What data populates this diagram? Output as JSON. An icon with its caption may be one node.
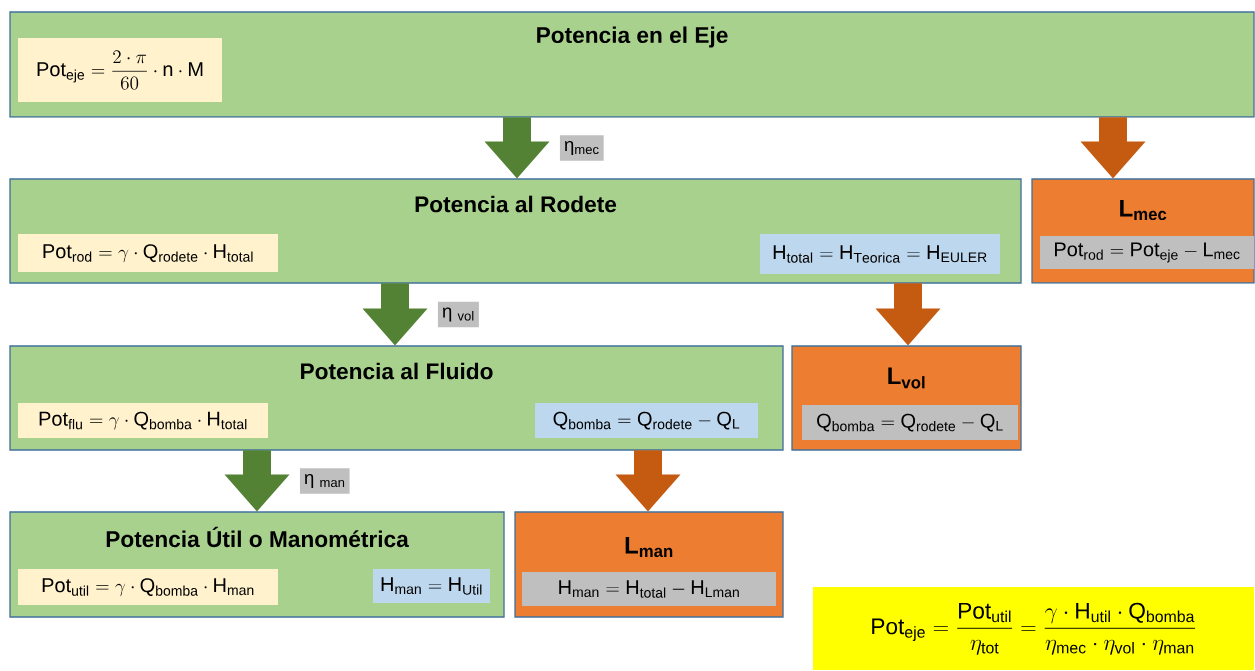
{
  "diagram": {
    "nodes": [
      {
        "text": [
          "Potencia en el Eje"
        ]
      },
      {
        "text": [
          "\\mathrm{Pot}_{\\mathrm{eje}}=\\frac{2\\cdot\\pi}{60}\\cdot\\mathrm{n}\\cdot\\mathrm{M}"
        ],
        "in": 0
      },
      {
        "text": [
          "Potencia al Rodete"
        ]
      },
      {
        "text": [
          "\\mathrm{Pot}_{\\mathrm{rod}}=\\gamma\\cdot\\mathrm{Q}_{\\mathrm{rodete}}\\cdot\\mathrm{H}_{\\mathrm{total}}"
        ],
        "in": 2
      },
      {
        "text": [
          "\\mathrm{H}_{\\mathrm{total}}=\\mathrm{H}_{\\mathrm{Teorica}}=\\mathrm{H}_{\\mathrm{EULER}}"
        ],
        "in": 2
      },
      {
        "text": [
          "L$_{mec}$"
        ]
      },
      {
        "text": [
          "\\mathrm{Pot}_{\\mathrm{rod}}=\\mathrm{Pot}_{\\mathrm{eje}}-\\mathrm{L}_{\\mathrm{mec}}"
        ],
        "in": 5
      },
      {
        "text": [
          "Potencia al Fluido"
        ]
      },
      {
        "text": [
          "\\mathrm{Pot}_{\\mathrm{flu}}=\\gamma\\cdot\\mathrm{Q}_{\\mathrm{bomba}}\\cdot\\mathrm{H}_{\\mathrm{total}}"
        ],
        "in": 7
      },
      {
        "text": [
          "\\mathrm{Q}_{\\mathrm{bomba}}=\\mathrm{Q}_{\\mathrm{rodete}}-\\mathrm{Q}_{\\mathrm{L}}"
        ],
        "in": 7
      },
      {
        "text": [
          "L$_{vol}$"
        ]
      },
      {
        "text": [
          "\\mathrm{Q}_{\\mathrm{bomba}}=\\mathrm{Q}_{\\mathrm{rodete}}-\\mathrm{Q}_{\\mathrm{L}}"
        ],
        "in": 10
      },
      {
        "text": [
          "Potencia Útil o Manométrica"
        ]
      },
      {
        "text": [
          "\\mathrm{Pot}_{\\mathrm{util}}=\\gamma\\cdot\\mathrm{Q}_{\\mathrm{bomba}}\\cdot\\mathrm{H}_{\\mathrm{man}}"
        ],
        "in": 12
      },
      {
        "text": [
          "\\mathrm{H}_{\\mathrm{man}}=\\mathrm{H}_{\\mathrm{Util}}"
        ],
        "in": 12
      },
      {
        "text": [
          "L$_{man}$"
        ]
      },
      {
        "text": [
          "\\mathrm{H}_{\\mathrm{man}}=\\mathrm{H}_{\\mathrm{total}}-\\mathrm{H}_{\\mathrm{Lman}}"
        ],
        "in": 15
      },
      {
        "text": [
          "\\mathrm{Pot}_{\\mathrm{eje}}=\\frac{\\mathrm{Pot}_{\\mathrm{util}}}{\\eta_{\\mathrm{tot}}}=\\frac{\\gamma\\cdot\\mathrm{H}_{\\mathrm{util}}\\cdot\\mathrm{Q}_{\\mathrm{bomba}}}{\\eta_{\\mathrm{mec}}\\cdot\\eta_{\\mathrm{vol}}\\cdot\\eta_{\\mathrm{man}}}"
        ]
      }
    ],
    "edges": [
      {
        "from": 0,
        "to": 2,
        "arrow": "to",
        "label": "η$_{mec}$",
        "color": "#548235"
      },
      {
        "from": 0,
        "to": 5,
        "arrow": "to",
        "color": "#c55a11"
      },
      {
        "from": 2,
        "to": 7,
        "arrow": "to",
        "label": "η $_{vol}$",
        "color": "#548235"
      },
      {
        "from": 2,
        "to": 10,
        "arrow": "to",
        "color": "#c55a11"
      },
      {
        "from": 7,
        "to": 12,
        "arrow": "to",
        "label": "η $_{man}$",
        "color": "#548235"
      },
      {
        "from": 7,
        "to": 15,
        "arrow": "to",
        "color": "#c55a11"
      }
    ]
  }
}
